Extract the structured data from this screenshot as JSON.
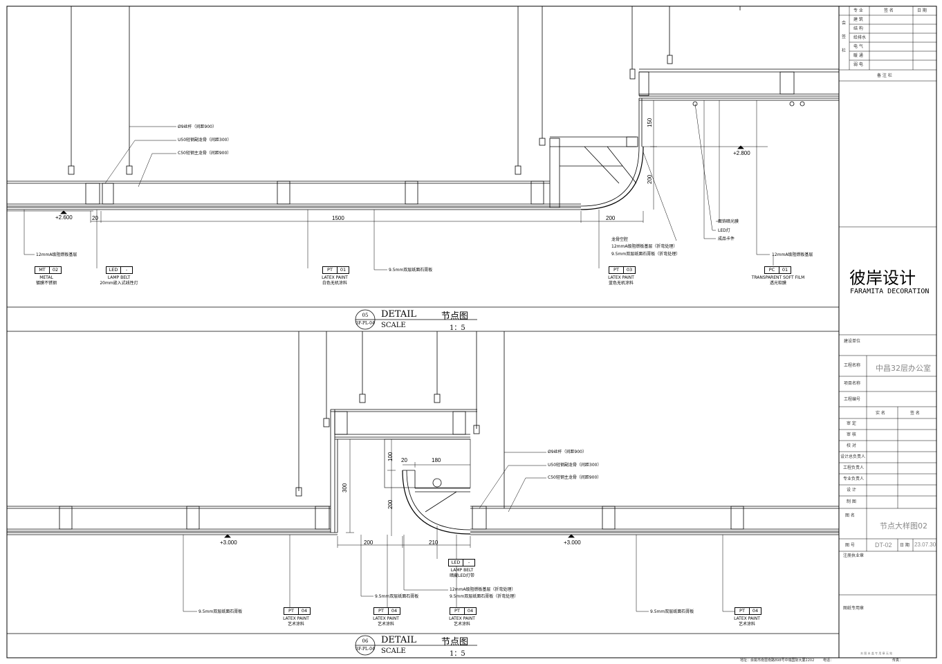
{
  "detail_05": {
    "circle_num": "05",
    "circle_sub": "3F-PL-04",
    "title": "DETAIL",
    "title_cn": "节点图",
    "scale_label": "SCALE",
    "scale_value": "1：5",
    "callouts": [
      "Ø9丝杆（间距900）",
      "U50轻钢副龙骨（间距300）",
      "C50轻钢主龙骨（间距900）",
      "12mmA级阻燃板基层",
      "9.5mm双层纸面石膏板",
      "龙骨空腔",
      "12mmA级阻燃板基层（折弯处理）",
      "9.5mm双层纸面石膏板（折弯处理）",
      "面饰暗光膜",
      "LED灯",
      "成品卡件",
      "12mmA级阻燃板基层"
    ],
    "levels": [
      "+2.600",
      "+2.800"
    ],
    "dims": [
      "20",
      "1500",
      "200",
      "150",
      "200"
    ],
    "tags": [
      {
        "code": "MT",
        "num": "02",
        "en": "METAL",
        "cn": "镀膜不锈钢"
      },
      {
        "code": "LED",
        "num": "-",
        "en": "LAMP BELT",
        "cn": "20mm嵌入式线性灯"
      },
      {
        "code": "PT",
        "num": "01",
        "en": "LATEX PAINT",
        "cn": "白色无机涂料"
      },
      {
        "code": "PT",
        "num": "03",
        "en": "LATEX PAINT",
        "cn": "蓝色无机涂料"
      },
      {
        "code": "PC",
        "num": "01",
        "en": "TRANSPARENT SOFT FILM",
        "cn": "透光软膜"
      }
    ]
  },
  "detail_06": {
    "circle_num": "06",
    "circle_sub": "3F-PL-04",
    "title": "DETAIL",
    "title_cn": "节点图",
    "scale_label": "SCALE",
    "scale_value": "1：5",
    "callouts": [
      "Ø9丝杆（间距900）",
      "U50轻钢副龙骨（间距300）",
      "C50轻钢主龙骨（间距900）",
      "12mmA级阻燃板基层（折弯处理）",
      "9.5mm双层纸面石膏板（折弯处理）",
      "9.5mm双层纸面石膏板",
      "9.5mm双层纸面石膏板",
      "9.5mm双层纸面石膏板"
    ],
    "levels": [
      "+3.000",
      "+3.000"
    ],
    "dims": [
      "100",
      "20",
      "180",
      "300",
      "200",
      "200",
      "210"
    ],
    "tags": [
      {
        "code": "LED",
        "num": "-",
        "en": "LAMP BELT",
        "cn": "暗藏LED灯带"
      },
      {
        "code": "PT",
        "num": "04",
        "en": "LATEX PAINT",
        "cn": "艺术涂料"
      },
      {
        "code": "PT",
        "num": "04",
        "en": "LATEX PAINT",
        "cn": "艺术涂料"
      },
      {
        "code": "PT",
        "num": "04",
        "en": "LATEX PAINT",
        "cn": "艺术涂料"
      },
      {
        "code": "PT",
        "num": "04",
        "en": "LATEX PAINT",
        "cn": "艺术涂料"
      }
    ]
  },
  "title_block": {
    "sign_header": [
      "专 业",
      "签 名",
      "日 期"
    ],
    "side_label": [
      "会",
      "签",
      "栏"
    ],
    "disciplines": [
      "建 筑",
      "结 构",
      "给排水",
      "电 气",
      "暖 通",
      "弱 电"
    ],
    "remarks": "备 注 栏",
    "company_cn": "彼岸设计",
    "company_en": "FARAMITA DECORATION",
    "client_label": "建设单位",
    "project_label": "工程名称",
    "project_name": "中昌32层办公室",
    "item_label": "项目名称",
    "project_no_label": "工程编号",
    "name_sign_header": [
      "实 名",
      "签 名"
    ],
    "roles": [
      "审 定",
      "审 核",
      "校 对",
      "设计总负责人",
      "工程负责人",
      "专业负责人",
      "设 计",
      "制 图"
    ],
    "drawing_name_label": "图 名",
    "drawing_name": "节点大样图02",
    "drawing_no_label": "图 号",
    "drawing_no": "DT-02",
    "date_label": "日 期",
    "date": "23.07.30",
    "reg_seal": "注册执业章",
    "drawing_seal": "图纸专用章",
    "fine_print": "本 图 未 盖 专 用 章 无 效"
  },
  "footer": {
    "address": "地址：余姚市南雷南路898号中瑞国际大厦2202",
    "tel": "电话：",
    "fax": "传真："
  }
}
